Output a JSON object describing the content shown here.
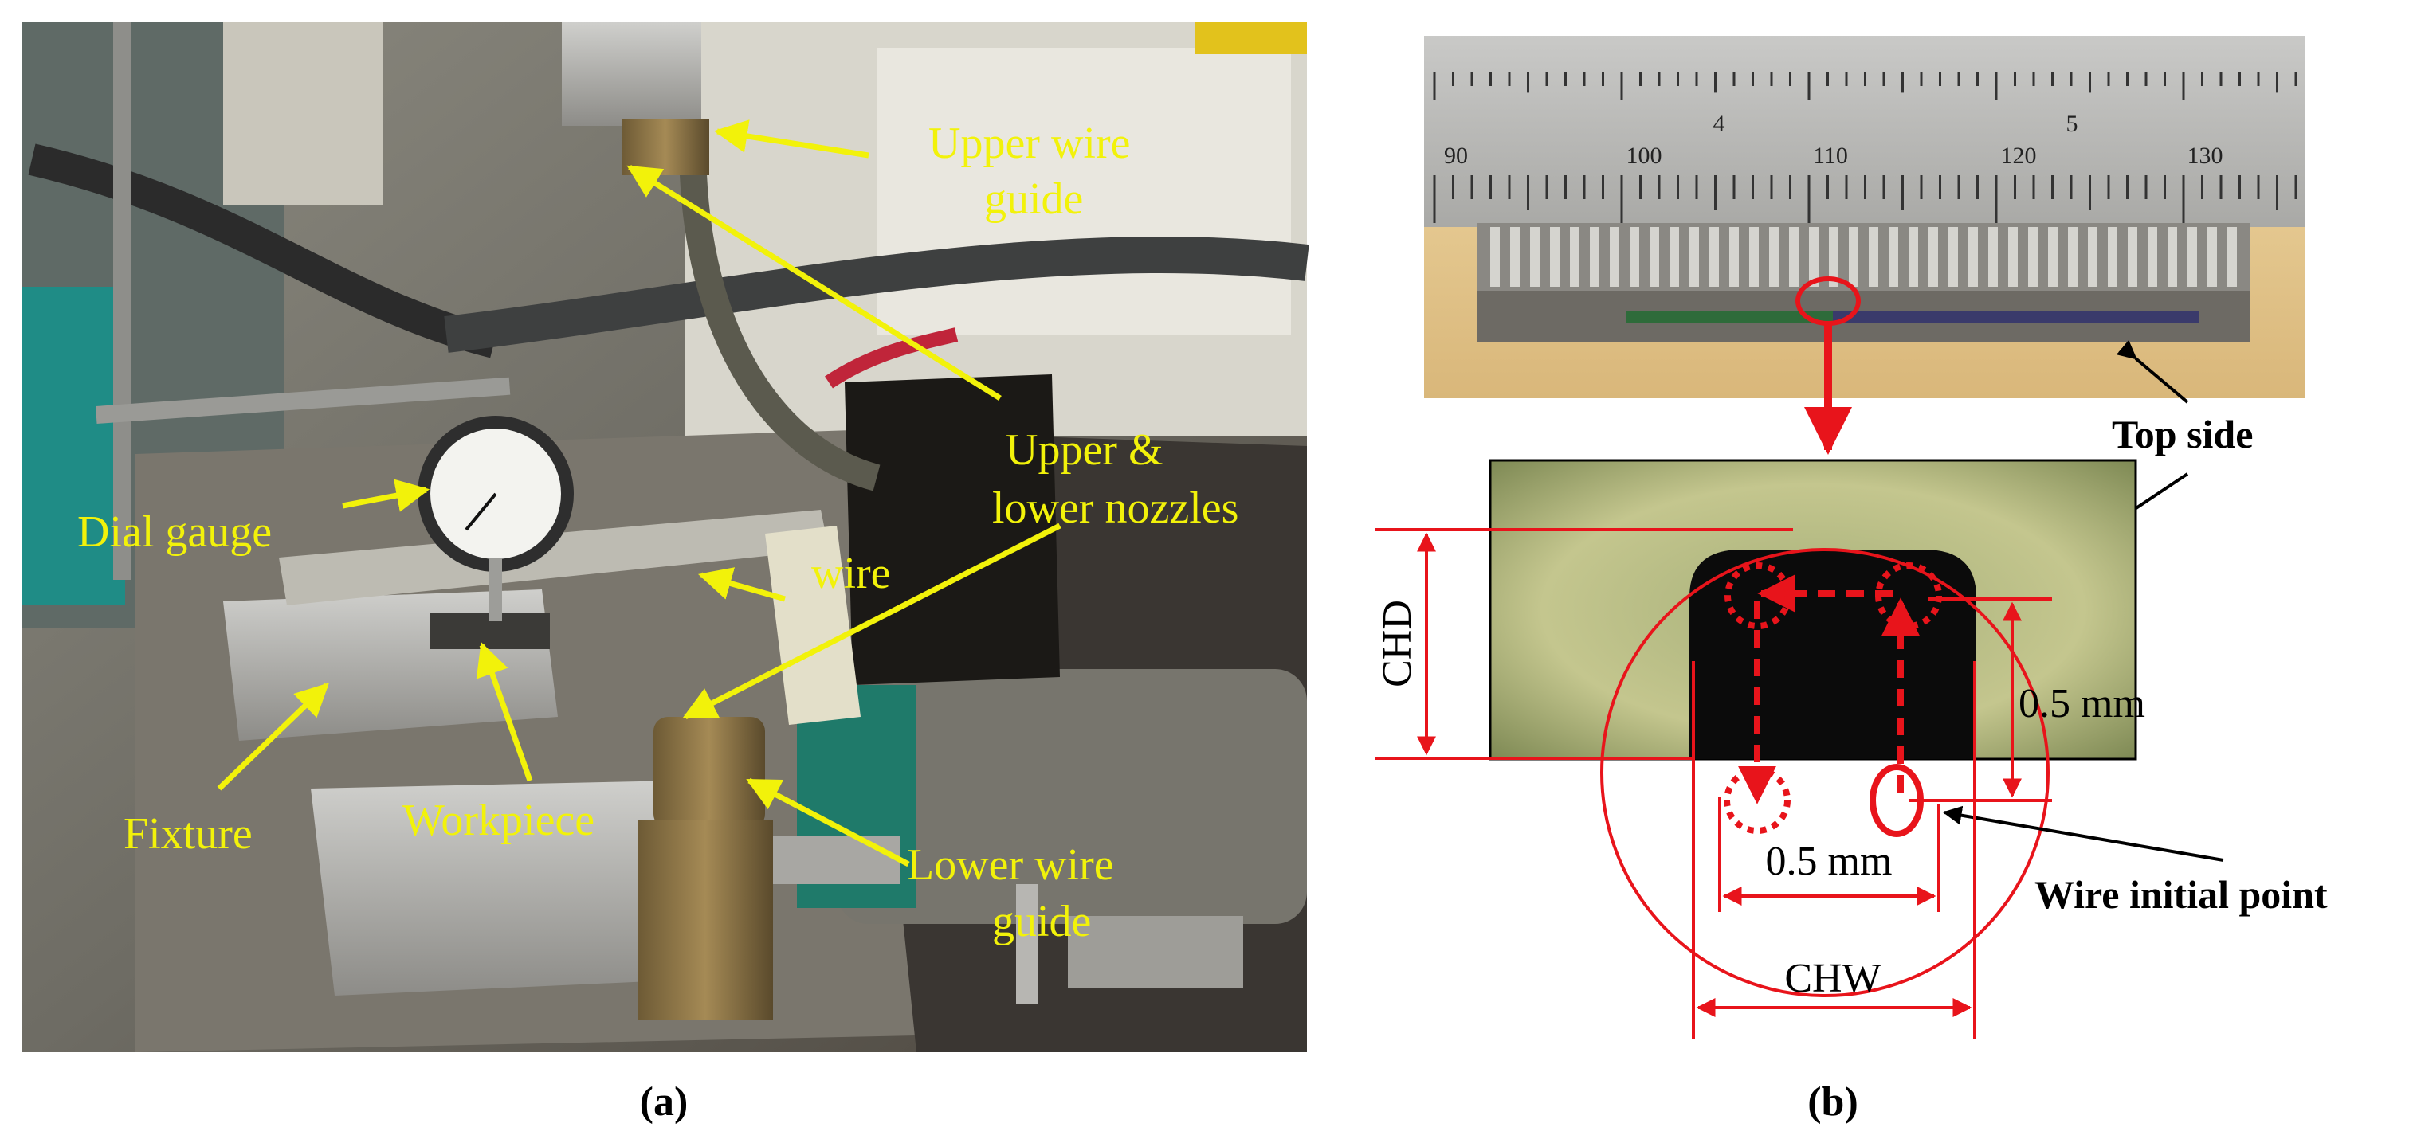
{
  "panel_a": {
    "labels": {
      "upper_wire_guide_line1": "Upper wire",
      "upper_wire_guide_line2": "guide",
      "upper_lower_nozzles_line1": "Upper &",
      "upper_lower_nozzles_line2": "lower nozzles",
      "dial_gauge": "Dial gauge",
      "wire": "wire",
      "fixture": "Fixture",
      "workpiece": "Workpiece",
      "lower_wire_guide_line1": "Lower wire",
      "lower_wire_guide_line2": "guide"
    },
    "caption": "(a)",
    "annotation_color": "#f2f20a"
  },
  "panel_b": {
    "ruler_numbers": [
      "90",
      "100",
      "110",
      "120",
      "130"
    ],
    "ruler_cm_marks": [
      "4",
      "5"
    ],
    "labels": {
      "top_side": "Top side",
      "chd": "CHD",
      "chw": "CHW",
      "vertical_step": "0.5 mm",
      "horizontal_step": "0.5 mm",
      "wire_initial_point": "Wire initial point"
    },
    "caption": "(b)",
    "marker_color": "#e8141b"
  }
}
